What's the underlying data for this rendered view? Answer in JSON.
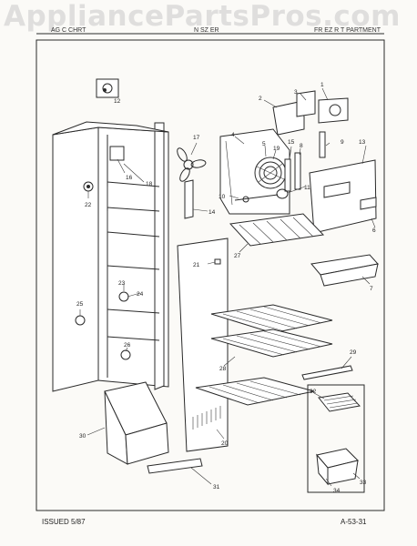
{
  "watermark": "AppliancePartsPros.com",
  "header": {
    "left": "AG C CHRT",
    "middle": "N SZ ER",
    "right": "FR EZ R T PARTMENT"
  },
  "footer": {
    "issued": "ISSUED 5/87",
    "code": "A-53-31"
  },
  "callouts": [
    "1",
    "2",
    "3",
    "4",
    "5",
    "6",
    "7",
    "8",
    "9",
    "10",
    "11",
    "12",
    "13",
    "14",
    "15",
    "16",
    "17",
    "18",
    "19",
    "20",
    "21",
    "22",
    "23",
    "24",
    "25",
    "26",
    "27",
    "28",
    "29",
    "30",
    "31",
    "32",
    "33",
    "34"
  ]
}
